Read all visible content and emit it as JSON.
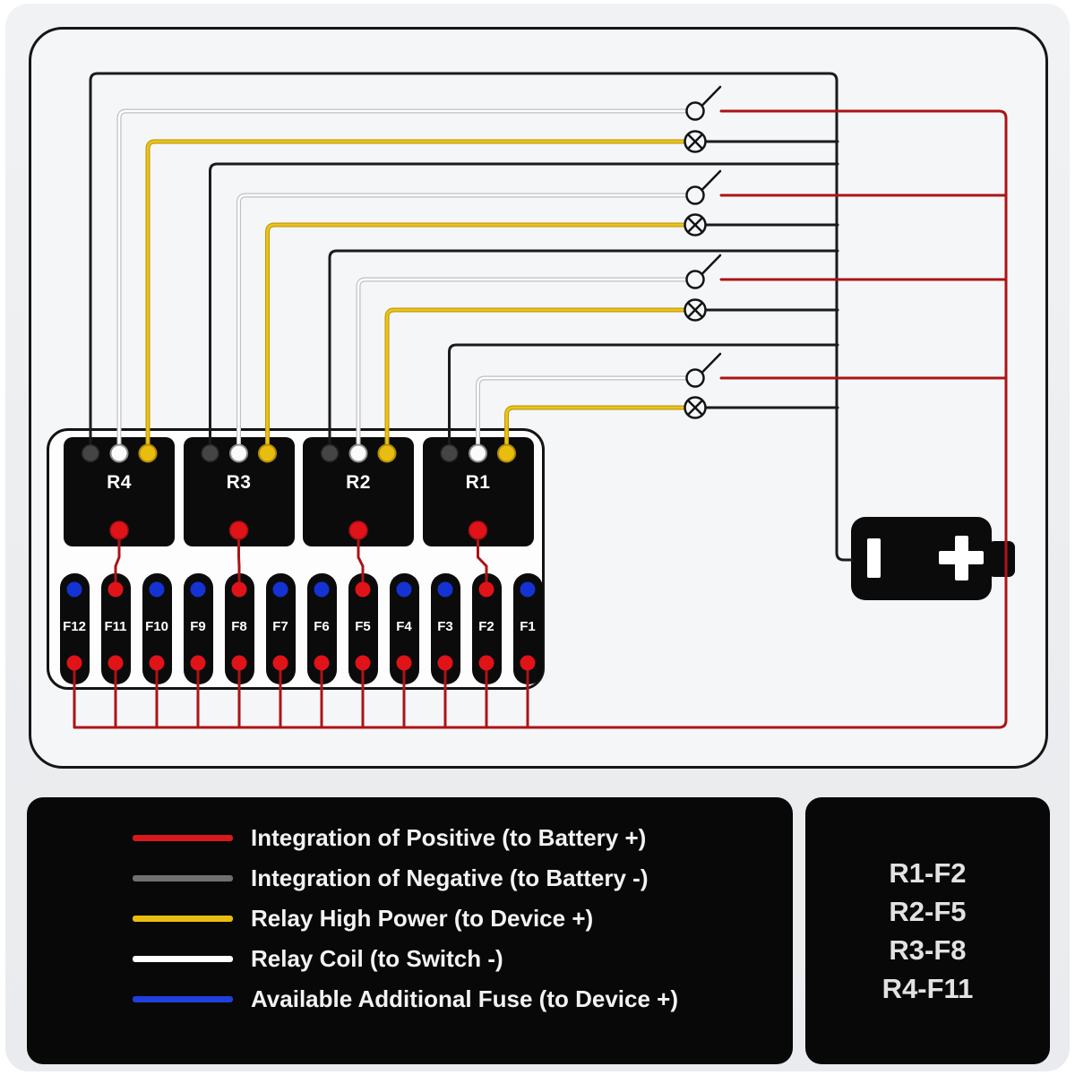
{
  "colors": {
    "positive_red": "#ab1417",
    "negative_black": "#1b1b1b",
    "high_power_yellow": "#ecc41a",
    "coil_white": "#ffffff",
    "additional_blue": "#1433d2",
    "dot_red": "#e01318",
    "dot_blue": "#1433d2"
  },
  "diagram": {
    "relays": [
      {
        "label": "R4"
      },
      {
        "label": "R3"
      },
      {
        "label": "R2"
      },
      {
        "label": "R1"
      }
    ],
    "fuses": [
      {
        "label": "F12",
        "top_dot": "#1433d2"
      },
      {
        "label": "F11",
        "top_dot": "#e01318"
      },
      {
        "label": "F10",
        "top_dot": "#1433d2"
      },
      {
        "label": "F9",
        "top_dot": "#1433d2"
      },
      {
        "label": "F8",
        "top_dot": "#e01318"
      },
      {
        "label": "F7",
        "top_dot": "#1433d2"
      },
      {
        "label": "F6",
        "top_dot": "#1433d2"
      },
      {
        "label": "F5",
        "top_dot": "#e01318"
      },
      {
        "label": "F4",
        "top_dot": "#1433d2"
      },
      {
        "label": "F3",
        "top_dot": "#1433d2"
      },
      {
        "label": "F2",
        "top_dot": "#e01318"
      },
      {
        "label": "F1",
        "top_dot": "#1433d2"
      }
    ],
    "icons": {
      "switch": "circle-with-lever",
      "device_lamp": "circle-with-x",
      "battery_plus": "plus-sign",
      "battery_minus": "minus-bar"
    }
  },
  "legend": {
    "items": [
      {
        "swatch": "#d7191d",
        "label": "Integration of Positive (to Battery +)"
      },
      {
        "swatch": "#707070",
        "label": "Integration of Negative (to Battery -)"
      },
      {
        "swatch": "#e9bd10",
        "label": "Relay High Power (to Device +)"
      },
      {
        "swatch": "#ffffff",
        "label": "Relay Coil (to Switch -)"
      },
      {
        "swatch": "#2040dd",
        "label": "Available Additional Fuse (to Device +)"
      }
    ]
  },
  "key": {
    "lines": [
      "R1-F2",
      "R2-F5",
      "R3-F8",
      "R4-F11"
    ]
  }
}
